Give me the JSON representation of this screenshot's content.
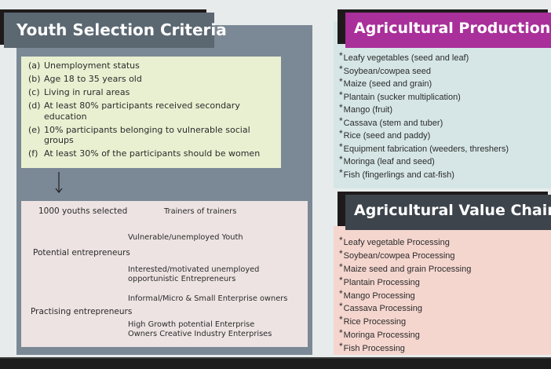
{
  "youth": {
    "title": "Youth Selection Criteria",
    "criteria": [
      {
        "label": "(a)",
        "text": "Unemployment status"
      },
      {
        "label": "(b)",
        "text": "Age 18 to 35 years old"
      },
      {
        "label": "(c)",
        "text": "Living in rural areas"
      },
      {
        "label": "(d)",
        "text": "At least 80% participants received secondary education"
      },
      {
        "label": "(e)",
        "text": "10% participants belonging to vulnerable social groups"
      },
      {
        "label": "(f)",
        "text": "At least 30% of the participants should be women"
      }
    ],
    "flow": {
      "selected": "1000 youths selected",
      "trainers": "Trainers of trainers",
      "potential": "Potential entrepreneurs",
      "vulnerable": "Vulnerable/unemployed Youth",
      "interested": "Interested/motivated unemployed opportunistic Entrepreneurs",
      "practising": "Practising entrepreneurs",
      "informal": "Informal/Micro & Small Enterprise owners",
      "highgrowth": "High Growth potential Enterprise Owners Creative Industry Enterprises"
    }
  },
  "productions": {
    "title": "Agricultural Productions",
    "items": [
      "Leafy vegetables (seed and leaf)",
      "Soybean/cowpea seed",
      "Maize (seed and grain)",
      "Plantain (sucker multiplication)",
      "Mango (fruit)",
      "Cassava (stem and tuber)",
      "Rice (seed and paddy)",
      "Equipment fabrication (weeders, threshers)",
      "Moringa (leaf and seed)",
      "Fish (fingerlings and cat-fish)"
    ]
  },
  "valuechain": {
    "title": "Agricultural Value Chain",
    "items": [
      "Leafy vegetable Processing",
      "Soybean/cowpea Processing",
      "Maize seed and grain Processing",
      "Plantain Processing",
      "Mango Processing",
      "Cassava Processing",
      "Rice Processing",
      "Moringa Processing",
      "Fish Processing"
    ]
  },
  "colors": {
    "magenta": "#a92f9a",
    "slate": "#5b6771",
    "panel": "#7b8895"
  }
}
